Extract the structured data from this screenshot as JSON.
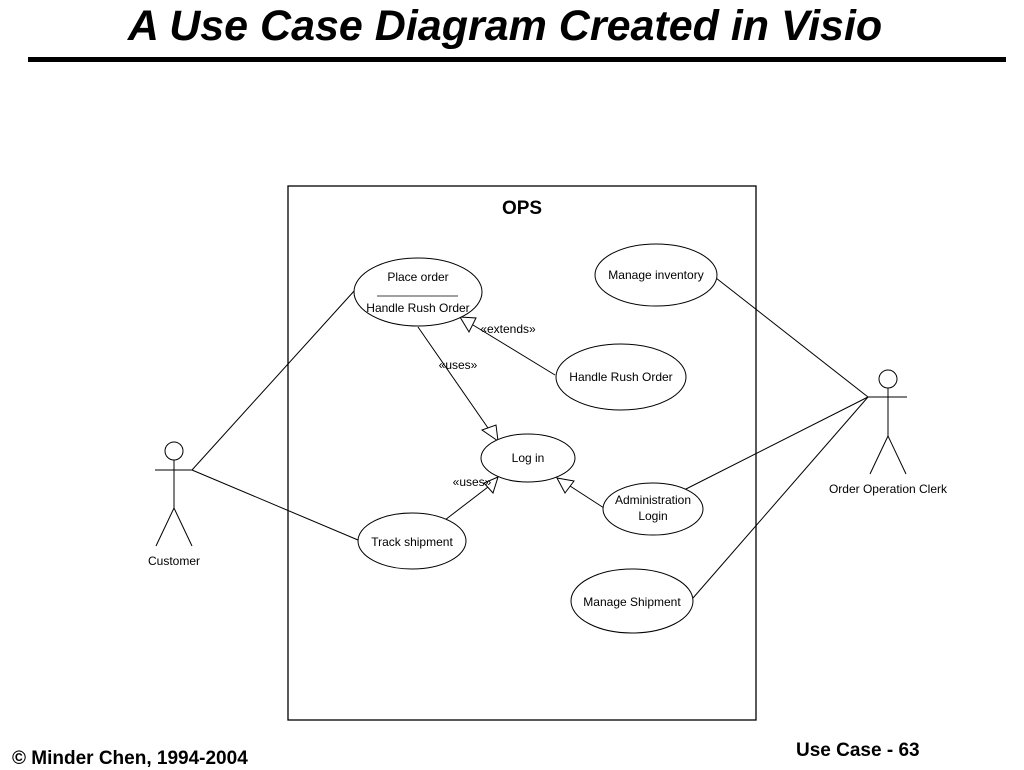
{
  "slide": {
    "title": "A Use Case Diagram Created in Visio",
    "copyright": "© Minder Chen, 1994-2004",
    "page_label": "Use Case - 63"
  },
  "diagram": {
    "system_name": "OPS",
    "actors": {
      "customer": "Customer",
      "clerk": "Order Operation Clerk"
    },
    "use_cases": {
      "place_order": "Place order",
      "place_order_extension_point": "Handle Rush Order",
      "manage_inventory": "Manage inventory",
      "handle_rush_order": "Handle Rush Order",
      "log_in": "Log in",
      "admin_login_line1": "Administration",
      "admin_login_line2": "Login",
      "track_shipment": "Track shipment",
      "manage_shipment": "Manage Shipment"
    },
    "relationships": {
      "extends": "«extends»",
      "uses_place_order": "«uses»",
      "uses_track_shipment": "«uses»"
    }
  }
}
